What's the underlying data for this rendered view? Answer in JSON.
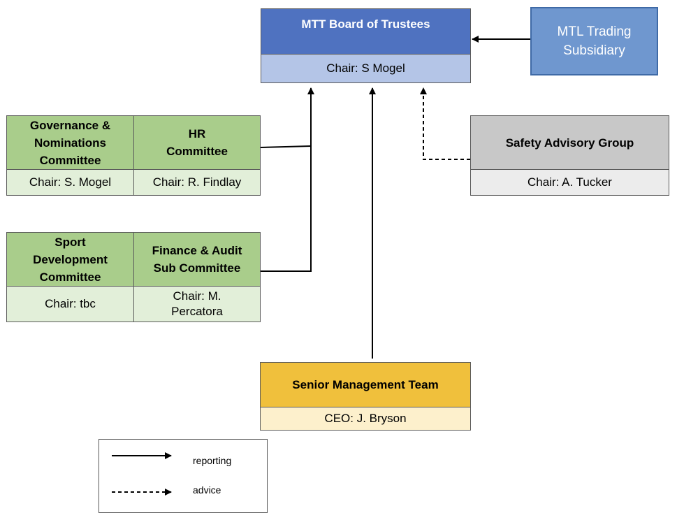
{
  "board": {
    "title": "MTT Board of Trustees",
    "chair": "Chair: S Mogel"
  },
  "trading": {
    "title": "MTL Trading Subsidiary"
  },
  "committees": {
    "governance": {
      "title": "Governance & Nominations Committee",
      "chair": "Chair: S. Mogel"
    },
    "hr": {
      "title": "HR Committee",
      "chair": "Chair: R. Findlay"
    },
    "sport": {
      "title": "Sport Development Committee",
      "chair": "Chair: tbc"
    },
    "finance": {
      "title": "Finance & Audit Sub Committee",
      "chair": "Chair: M. Percatora"
    }
  },
  "safety": {
    "title": "Safety Advisory Group",
    "chair": "Chair: A. Tucker"
  },
  "smt": {
    "title": "Senior Management Team",
    "ceo": "CEO: J. Bryson"
  },
  "legend": {
    "reporting": "reporting",
    "advice": "advice"
  },
  "colors": {
    "board_header": "#4f72c0",
    "board_sub": "#b4c5e7",
    "trading": "#6f97cf",
    "committee_header": "#a9cd8b",
    "committee_sub": "#e2efd9",
    "safety_header": "#c8c8c8",
    "safety_sub": "#ececec",
    "smt_header": "#f0c03c",
    "smt_sub": "#fdf0cc"
  }
}
